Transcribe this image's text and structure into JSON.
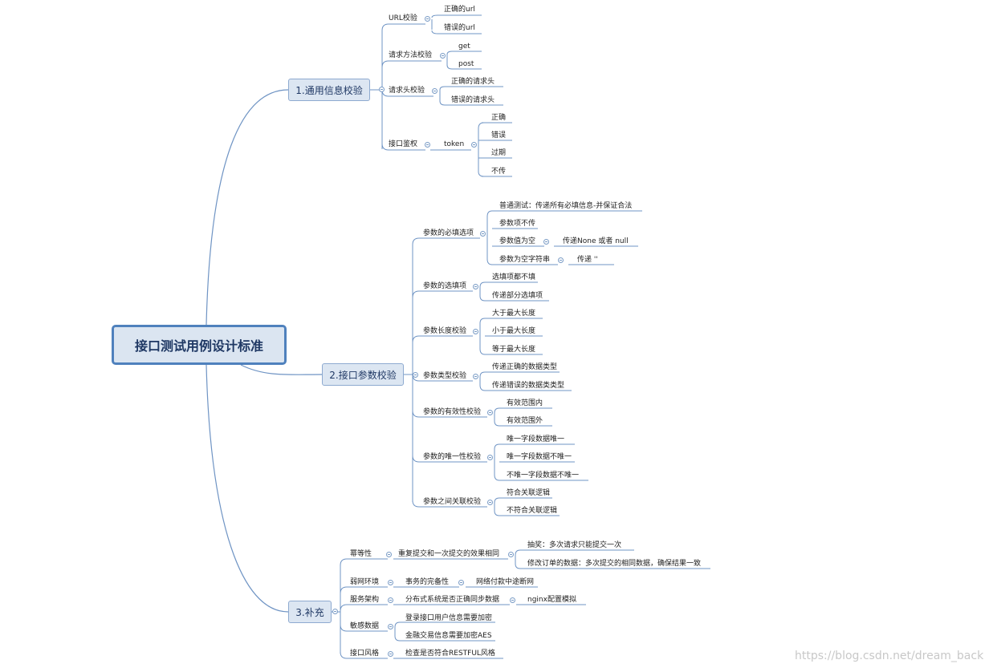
{
  "root": "接口测试用例设计标准",
  "branches": [
    {
      "label": "1.通用信息校验",
      "children": [
        {
          "label": "URL校验",
          "children": [
            {
              "label": "正确的url"
            },
            {
              "label": "错误的url"
            }
          ]
        },
        {
          "label": "请求方法校验",
          "children": [
            {
              "label": "get"
            },
            {
              "label": "post"
            }
          ]
        },
        {
          "label": "请求头校验",
          "children": [
            {
              "label": "正确的请求头"
            },
            {
              "label": "错误的请求头"
            }
          ]
        },
        {
          "label": "接口鉴权",
          "children": [
            {
              "label": "token",
              "children": [
                {
                  "label": "正确"
                },
                {
                  "label": "错误"
                },
                {
                  "label": "过期"
                },
                {
                  "label": "不传"
                }
              ]
            }
          ]
        }
      ]
    },
    {
      "label": "2.接口参数校验",
      "children": [
        {
          "label": "参数的必填选项",
          "children": [
            {
              "label": "普通测试：传递所有必填信息-并保证合法"
            },
            {
              "label": "参数项不传"
            },
            {
              "label": "参数值为空",
              "children": [
                {
                  "label": "传递None  或者  null"
                }
              ]
            },
            {
              "label": "参数为空字符串",
              "children": [
                {
                  "label": "传递  ''"
                }
              ]
            }
          ]
        },
        {
          "label": "参数的选填项",
          "children": [
            {
              "label": "选填项都不填"
            },
            {
              "label": "传递部分选填项"
            }
          ]
        },
        {
          "label": "参数长度校验",
          "children": [
            {
              "label": "大于最大长度"
            },
            {
              "label": "小于最大长度"
            },
            {
              "label": "等于最大长度"
            }
          ]
        },
        {
          "label": "参数类型校验",
          "children": [
            {
              "label": "传递正确的数据类型"
            },
            {
              "label": "传递错误的数据类类型"
            }
          ]
        },
        {
          "label": "参数的有效性校验",
          "children": [
            {
              "label": "有效范围内"
            },
            {
              "label": "有效范围外"
            }
          ]
        },
        {
          "label": "参数的唯一性校验",
          "children": [
            {
              "label": "唯一字段数据唯一"
            },
            {
              "label": "唯一字段数据不唯一"
            },
            {
              "label": "不唯一字段数据不唯一"
            }
          ]
        },
        {
          "label": "参数之间关联校验",
          "children": [
            {
              "label": "符合关联逻辑"
            },
            {
              "label": "不符合关联逻辑"
            }
          ]
        }
      ]
    },
    {
      "label": "3.补充",
      "children": [
        {
          "label": "幂等性",
          "children": [
            {
              "label": "重复提交和一次提交的效果相同",
              "children": [
                {
                  "label": "抽奖：多次请求只能提交一次"
                },
                {
                  "label": "修改订单的数据：多次提交的相同数据，确保结果一致"
                }
              ]
            }
          ]
        },
        {
          "label": "弱网环境",
          "children": [
            {
              "label": "事务的完备性",
              "children": [
                {
                  "label": "网络付款中途断网"
                }
              ]
            }
          ]
        },
        {
          "label": "服务架构",
          "children": [
            {
              "label": "分布式系统是否正确同步数据",
              "children": [
                {
                  "label": "nginx配置模拟"
                }
              ]
            }
          ]
        },
        {
          "label": "敏感数据",
          "children": [
            {
              "label": "登录接口用户信息需要加密"
            },
            {
              "label": "金融交易信息需要加密AES"
            }
          ]
        },
        {
          "label": "接口风格",
          "children": [
            {
              "label": "检查是否符合RESTFUL风格"
            }
          ]
        }
      ]
    }
  ],
  "watermark": "https://blog.csdn.net/dream_back",
  "colors": {
    "line": "#6f94c4",
    "box_fill": "#dce6f2",
    "box_border": "#8eaad0",
    "root_border": "#4f81bd",
    "text": "#1f3864"
  }
}
